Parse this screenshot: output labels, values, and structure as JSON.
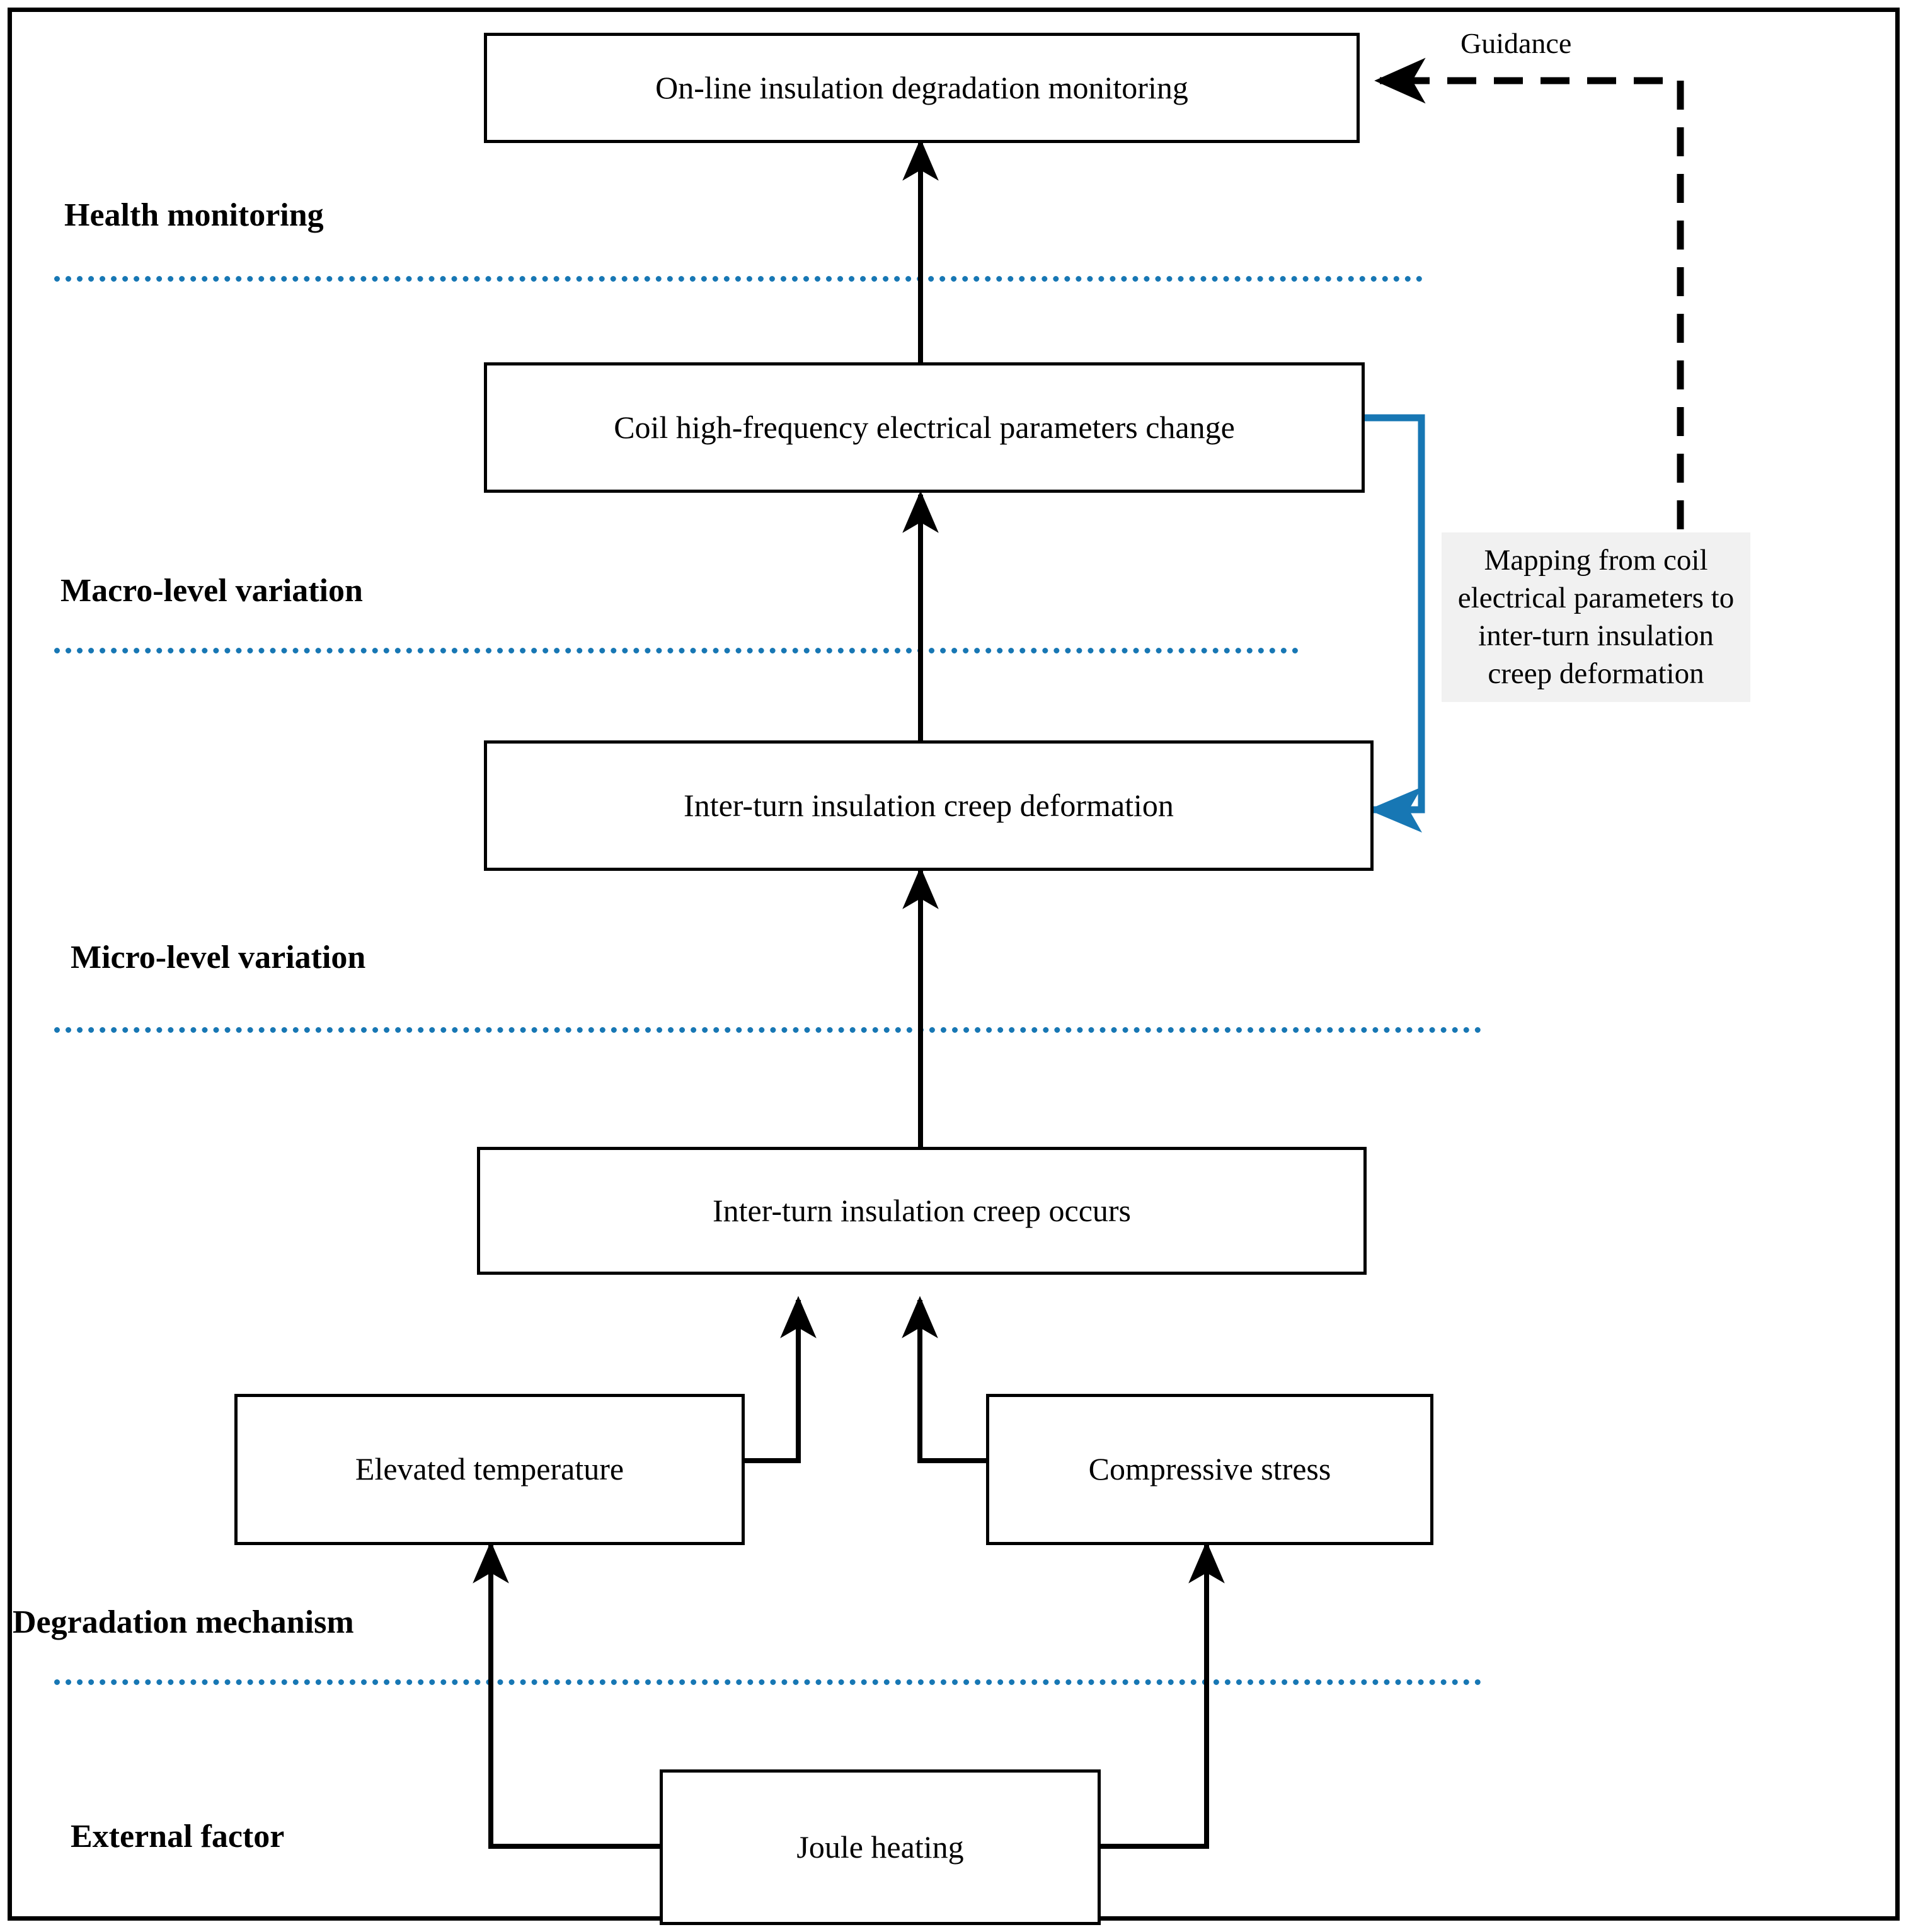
{
  "figure": {
    "type": "flowchart",
    "title": "Inter-turn insulation creep degradation and on-line monitoring flow",
    "accent_color_blue": "#1777b4",
    "note_background": "#f1f1f1",
    "line_color": "#000000"
  },
  "stage_labels": [
    {
      "id": "health-monitoring",
      "text": "Health monitoring"
    },
    {
      "id": "macro-level-variation",
      "text": "Macro-level variation"
    },
    {
      "id": "micro-level-variation",
      "text": "Micro-level variation"
    },
    {
      "id": "degradation-mechanism",
      "text": "Degradation mechanism"
    },
    {
      "id": "external-factor",
      "text": "External factor"
    }
  ],
  "boxes": [
    {
      "id": "online-monitoring",
      "text": "On-line insulation degradation monitoring"
    },
    {
      "id": "coil-parameters",
      "text": "Coil high-frequency electrical parameters change"
    },
    {
      "id": "creep-deformation",
      "text": "Inter-turn insulation creep deformation"
    },
    {
      "id": "creep-occurs",
      "text": "Inter-turn insulation creep occurs"
    },
    {
      "id": "elevated-temperature",
      "text": "Elevated temperature"
    },
    {
      "id": "compressive-stress",
      "text": "Compressive stress"
    },
    {
      "id": "joule-heating",
      "text": "Joule heating"
    }
  ],
  "annotations": {
    "guidance_label": "Guidance",
    "mapping_note_lines": [
      "Mapping from coil",
      "electrical parameters to",
      "inter-turn insulation",
      "creep deformation"
    ],
    "mapping_note_text": "Mapping from coil electrical parameters to inter-turn insulation creep deformation"
  },
  "edges": [
    {
      "from": "creep-occurs",
      "to": "creep-deformation",
      "style": "solid-arrow",
      "color": "#000000"
    },
    {
      "from": "creep-deformation",
      "to": "coil-parameters",
      "style": "solid-arrow",
      "color": "#000000"
    },
    {
      "from": "coil-parameters",
      "to": "online-monitoring",
      "style": "solid-arrow",
      "color": "#000000"
    },
    {
      "from": "elevated-temperature",
      "to": "creep-occurs",
      "style": "solid-arrow",
      "color": "#000000"
    },
    {
      "from": "compressive-stress",
      "to": "creep-occurs",
      "style": "solid-arrow",
      "color": "#000000"
    },
    {
      "from": "joule-heating",
      "to": "elevated-temperature",
      "style": "solid-arrow",
      "color": "#000000"
    },
    {
      "from": "joule-heating",
      "to": "compressive-stress",
      "style": "solid-arrow",
      "color": "#000000"
    },
    {
      "from": "coil-parameters",
      "to": "creep-deformation",
      "style": "solid-arrow-blue",
      "color": "#1777b4",
      "label": "mapping"
    },
    {
      "from": "mapping-note",
      "to": "online-monitoring",
      "style": "dashed-arrow",
      "color": "#000000",
      "label": "Guidance"
    }
  ]
}
